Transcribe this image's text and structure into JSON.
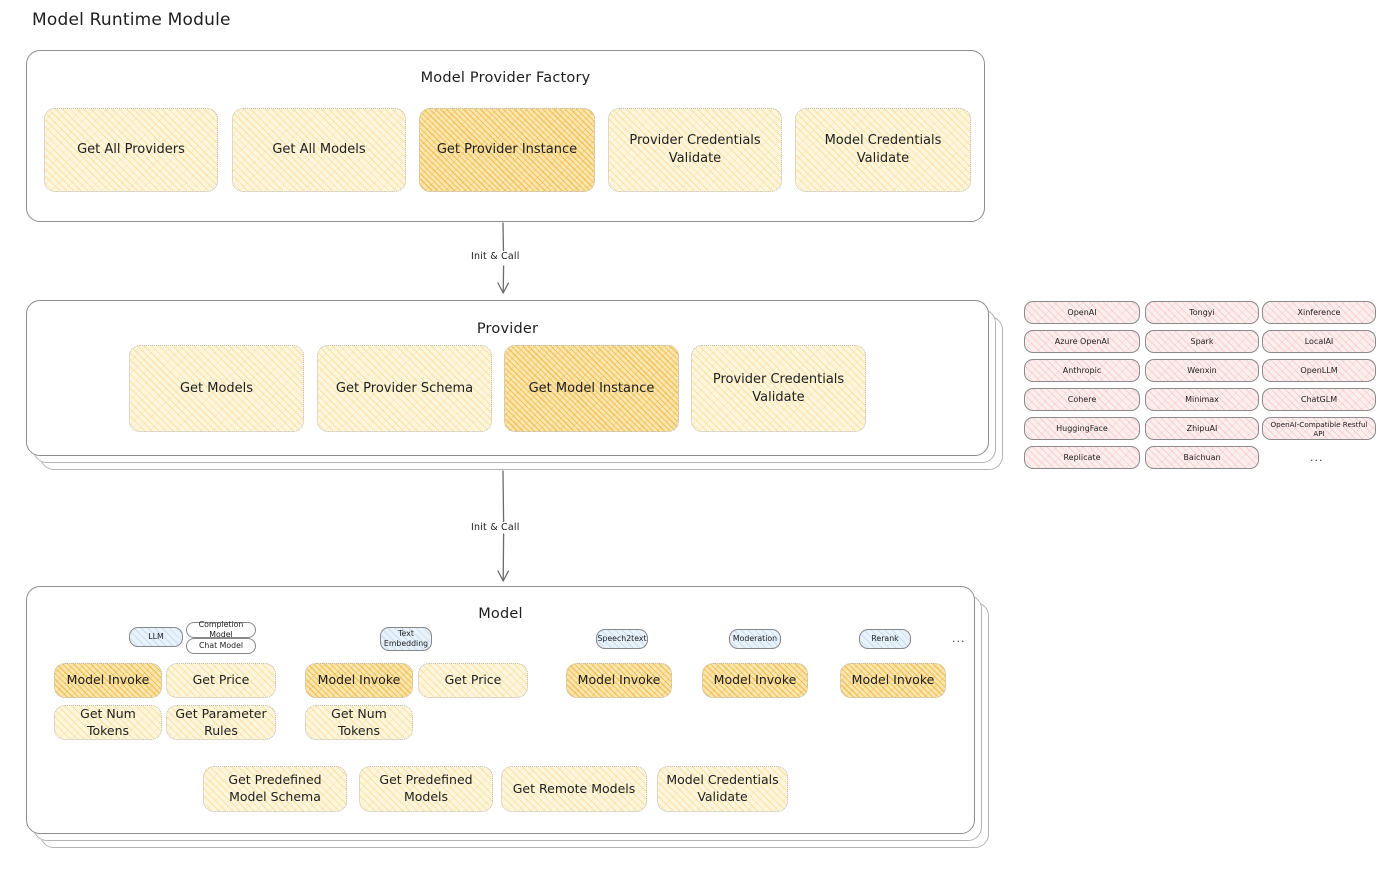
{
  "title": "Model Runtime Module",
  "sections": {
    "factory": {
      "title": "Model Provider Factory",
      "nodes": [
        {
          "label": "Get All Providers",
          "highlight": false
        },
        {
          "label": "Get All Models",
          "highlight": false
        },
        {
          "label": "Get Provider Instance",
          "highlight": true
        },
        {
          "label": "Provider Credentials Validate",
          "highlight": false
        },
        {
          "label": "Model Credentials Validate",
          "highlight": false
        }
      ]
    },
    "provider": {
      "title": "Provider",
      "nodes": [
        {
          "label": "Get Models",
          "highlight": false
        },
        {
          "label": "Get Provider Schema",
          "highlight": false
        },
        {
          "label": "Get Model Instance",
          "highlight": true
        },
        {
          "label": "Provider Credentials Validate",
          "highlight": false
        }
      ]
    },
    "model": {
      "title": "Model",
      "type_groups": [
        {
          "pill": "LLM",
          "sub_pills": [
            "Completion Model",
            "Chat Model"
          ],
          "nodes": [
            {
              "label": "Model Invoke",
              "highlight": true
            },
            {
              "label": "Get Price",
              "highlight": false
            },
            {
              "label": "Get Num Tokens",
              "highlight": false
            },
            {
              "label": "Get Parameter Rules",
              "highlight": false
            }
          ]
        },
        {
          "pill": "Text Embedding",
          "sub_pills": [],
          "nodes": [
            {
              "label": "Model Invoke",
              "highlight": true
            },
            {
              "label": "Get Price",
              "highlight": false
            },
            {
              "label": "Get Num Tokens",
              "highlight": false
            }
          ]
        },
        {
          "pill": "Speech2text",
          "sub_pills": [],
          "nodes": [
            {
              "label": "Model Invoke",
              "highlight": true
            }
          ]
        },
        {
          "pill": "Moderation",
          "sub_pills": [],
          "nodes": [
            {
              "label": "Model Invoke",
              "highlight": true
            }
          ]
        },
        {
          "pill": "Rerank",
          "sub_pills": [],
          "nodes": [
            {
              "label": "Model Invoke",
              "highlight": true
            }
          ]
        }
      ],
      "more_symbol": "...",
      "common_nodes": [
        {
          "label": "Get Predefined Model Schema"
        },
        {
          "label": "Get Predefined Models"
        },
        {
          "label": "Get Remote Models"
        },
        {
          "label": "Model Credentials Validate"
        }
      ]
    }
  },
  "arrows": [
    {
      "label": "Init & Call"
    },
    {
      "label": "Init & Call"
    }
  ],
  "provider_list": {
    "columns": [
      [
        "OpenAI",
        "Azure OpenAI",
        "Anthropic",
        "Cohere",
        "HuggingFace",
        "Replicate"
      ],
      [
        "Tongyi",
        "Spark",
        "Wenxin",
        "Minimax",
        "ZhipuAI",
        "Baichuan"
      ],
      [
        "Xinference",
        "LocalAI",
        "OpenLLM",
        "ChatGLM",
        "OpenAI-Compatible Restful API"
      ]
    ],
    "more_symbol": "..."
  },
  "colors": {
    "highlight_fill": "#fbe6ae",
    "normal_fill": "#fdf6dd",
    "provider_fill": "#fdeeee",
    "pill_fill": "#e8f2fb",
    "stroke": "#1e1e1e"
  }
}
